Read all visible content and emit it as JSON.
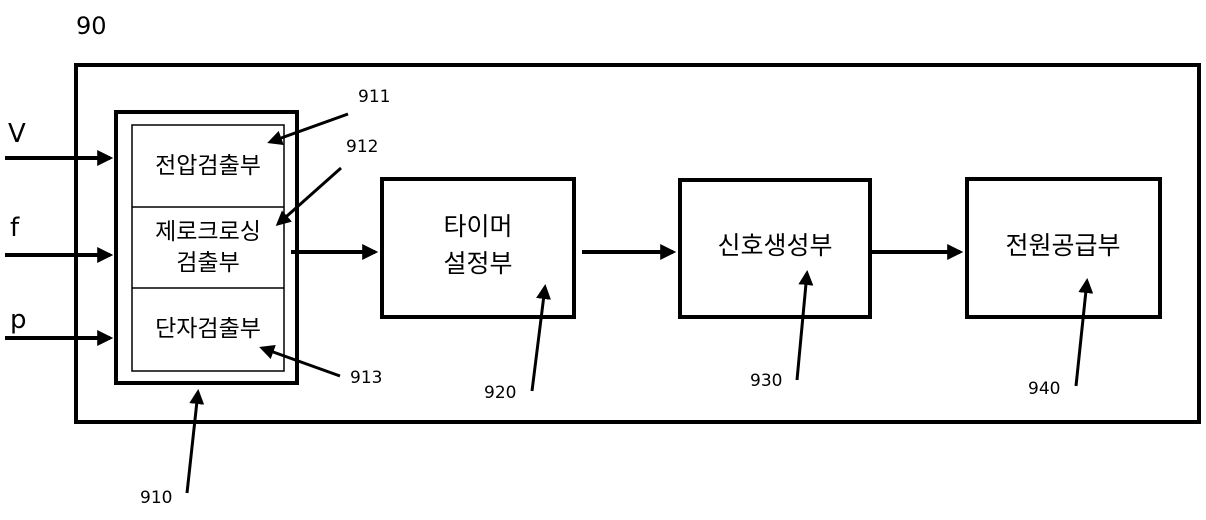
{
  "module": {
    "ref": "90"
  },
  "inputs": [
    {
      "label": "V"
    },
    {
      "label": "f"
    },
    {
      "label": "p"
    }
  ],
  "detector": {
    "ref": "910",
    "subunits": [
      {
        "lines": [
          "전압검출부"
        ],
        "ref": "911"
      },
      {
        "lines": [
          "제로크로싱",
          "검출부"
        ],
        "ref": "912"
      },
      {
        "lines": [
          "단자검출부"
        ],
        "ref": "913"
      }
    ]
  },
  "blocks": [
    {
      "lines": [
        "타이머",
        "설정부"
      ],
      "ref": "920"
    },
    {
      "lines": [
        "신호생성부"
      ],
      "ref": "930"
    },
    {
      "lines": [
        "전원공급부"
      ],
      "ref": "940"
    }
  ]
}
